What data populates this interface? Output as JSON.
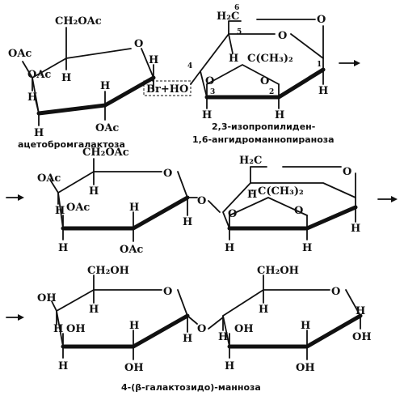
{
  "captions": {
    "acetobromogalactose": "ацетобромгалактоза",
    "isopropylidene_line1": "2,3-изопропилиден-",
    "isopropylidene_line2": "1,6-ангидроманнопираноза",
    "product": "4-(β-галактозидо)-манноза"
  },
  "labels": {
    "ch2oac": "CH₂OAc",
    "ch2oh": "CH₂OH",
    "h2c": "H₂C",
    "oac": "OAc",
    "oh": "OH",
    "h": "H",
    "o": "O",
    "br_plus_ho": "Br+HO",
    "c_ch3_2": "C(CH₃)₂",
    "dot_c_ch3_2": "· C(CH₃)₂"
  },
  "atom_numbers": [
    "1",
    "2",
    "3",
    "4",
    "5",
    "6"
  ]
}
